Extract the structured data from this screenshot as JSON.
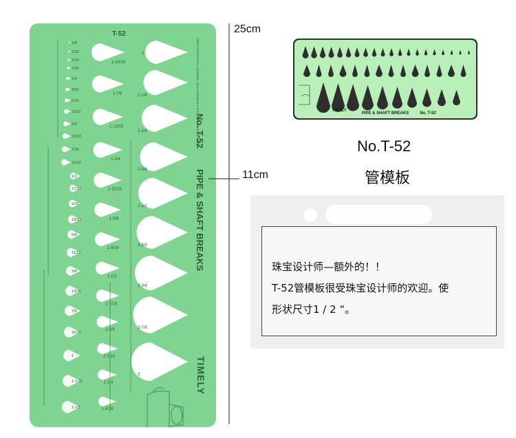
{
  "colors": {
    "template_green": "#7ed490",
    "dark_edge": "#2e2e2e",
    "photo_green": "#b9efb9"
  },
  "dimensions": {
    "length": "25cm",
    "width": "11cm"
  },
  "template": {
    "model": "T-52",
    "vertical_text": "PIPE & SHAFT BREAKS",
    "model_vertical": "No. T-52",
    "brand": "TIMELY",
    "fine_print": "TIMELY PRODUCTS CO. BALTIMORE, OHIO 43105 MADE IN THE UNITED STATES OF AMERICA",
    "small_sizes": [
      "1/8",
      "5/32",
      "3/16",
      "7/32",
      "1/4",
      "9/32",
      "5/16",
      "11/32",
      "3/8",
      "13/32",
      "7/16",
      "15/32",
      "1/2",
      "17/32",
      "9/16",
      "19/32",
      "5/8",
      "11/16",
      "3/4",
      "13/16",
      "7/8",
      "15/16",
      "1",
      "1-1/16",
      "1-1/8"
    ],
    "medium_sizes": [
      "1-15/16",
      "1-7/8",
      "1-13/16",
      "1-3/4",
      "1-11/16",
      "1-5/8",
      "1-9/16",
      "1-1/2",
      "1-7/16",
      "1-3/8",
      "1-5/16",
      "1-1/4",
      "1-3/16"
    ],
    "large_sizes": [
      "2",
      "2-1/8",
      "2-1/4",
      "2-3/8",
      "2-1/2",
      "2-5/8",
      "2-3/4",
      "2-7/8",
      "3"
    ]
  },
  "photo": {
    "caption": "PIPE & SHAFT BREAKS",
    "model": "No. T-52",
    "brand": "TIMELY"
  },
  "product": {
    "title": "No.T-52",
    "subtitle": "管模板"
  },
  "description": {
    "lines": [
      "珠宝设计师—额外的！！",
      "T-52管模板很受珠宝设计师的欢迎。使",
      "形状尺寸1 / 2 “。"
    ]
  }
}
